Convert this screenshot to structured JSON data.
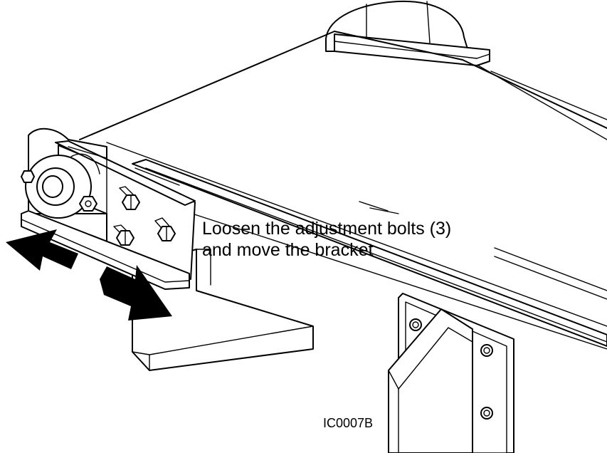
{
  "diagram": {
    "callout_lines": [
      "Loosen the adjustment bolts (3)",
      "and move the bracket"
    ],
    "reference_code": "IC0007B",
    "arrow_directions": [
      "left",
      "right"
    ],
    "line_color": "#000000",
    "background_color": "#ffffff"
  }
}
